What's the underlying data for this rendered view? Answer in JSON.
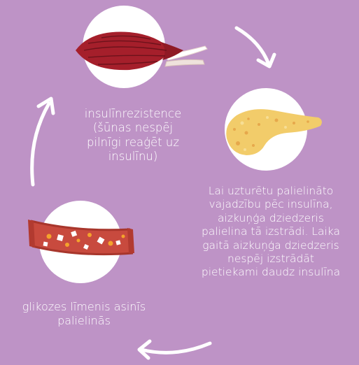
{
  "colors": {
    "background": "#BE93C6",
    "text": "#FFFFFF",
    "circle": "#FFFFFF",
    "arrow": "#FFFFFF",
    "muscle": "#A51F2B",
    "pancreas": "#F2CC6A",
    "blood_vessel": "#C84A3E"
  },
  "nodes": {
    "muscle": {
      "icon": "muscle-icon",
      "label_lines": [
        "insulīnrezistence",
        "(šūnas nespēj",
        "pilnīgi reaģēt uz",
        "insulīnu)"
      ]
    },
    "pancreas": {
      "icon": "pancreas-icon",
      "label_lines": [
        "Lai uzturētu palielināto",
        "vajadzību pēc insulīna,",
        "aizkuņģa dziedzeris",
        "palielina tā izstrādi. Laika",
        "gaitā aizkuņģa dziedzeris",
        "nespēj izstrādāt",
        "pietiekami daudz insulīna"
      ]
    },
    "blood": {
      "icon": "blood-vessel-icon",
      "label_lines": [
        "glikozes līmenis asinīs",
        "palielinās"
      ]
    }
  },
  "arrows": [
    "arrow-icon",
    "arrow-icon",
    "arrow-icon"
  ]
}
